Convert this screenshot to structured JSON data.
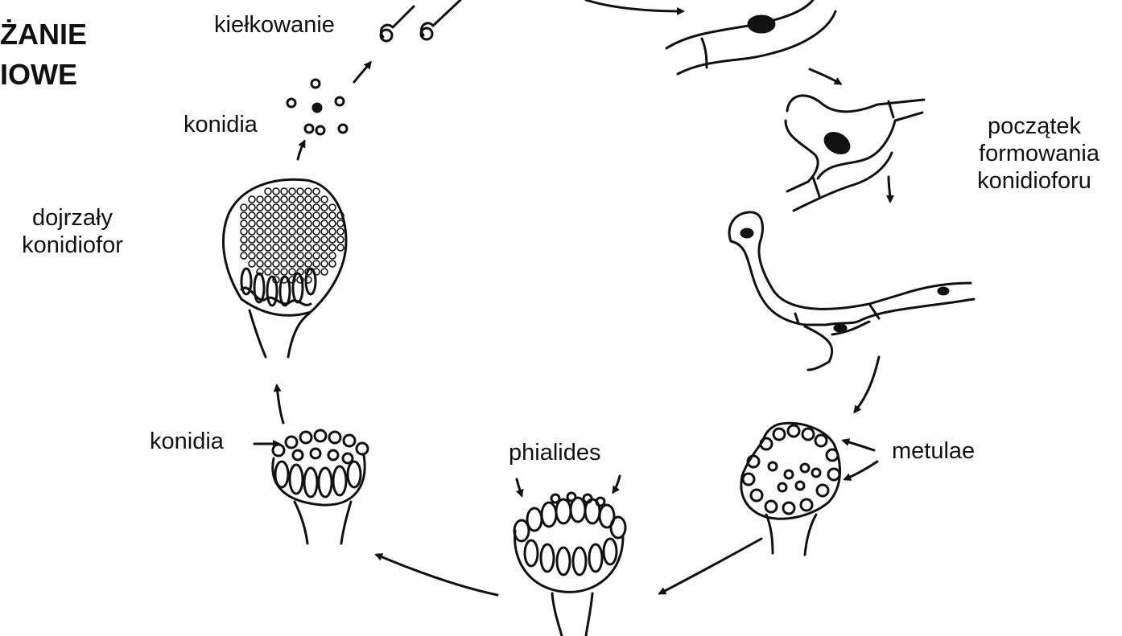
{
  "title": {
    "line1": "ŻANIE",
    "line2": "IOWE"
  },
  "labels": {
    "kielkowanie": "kiełkowanie",
    "konidia_top": "konidia",
    "dojrzaly_line1": "dojrzały",
    "dojrzaly_line2": "konidiofor",
    "konidia_bottom": "konidia",
    "phialides": "phialides",
    "metulae": "metulae",
    "poczatek_line1": "początek",
    "poczatek_line2": "formowania",
    "poczatek_line3": "konidioforu"
  },
  "colors": {
    "ink": "#111111",
    "background": "#ffffff"
  }
}
